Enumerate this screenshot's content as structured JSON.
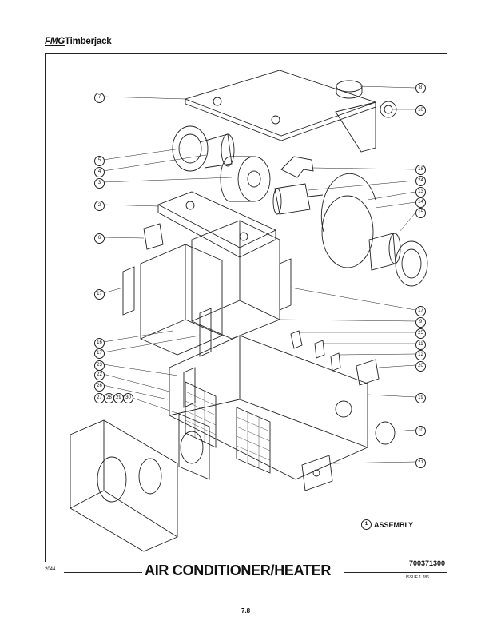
{
  "header": {
    "brand_prefix": "FMG",
    "brand_name": "Timberjack"
  },
  "diagram": {
    "callouts_left": [
      "7",
      "5",
      "4",
      "3",
      "2",
      "6",
      "17",
      "16",
      "17",
      "23",
      "22",
      "26",
      "27",
      "28",
      "29",
      "30"
    ],
    "callouts_right": [
      "8",
      "10",
      "18",
      "24",
      "13",
      "14",
      "15",
      "17",
      "9",
      "25",
      "11",
      "12",
      "20",
      "19",
      "10",
      "21"
    ],
    "assembly_number": "1",
    "assembly_text": "ASSEMBLY"
  },
  "footer": {
    "page_id": "2044",
    "title": "AIR CONDITIONER/HEATER",
    "part_number": "700371300",
    "issue": "ISSUE 1 286",
    "page_number": "7.8"
  }
}
